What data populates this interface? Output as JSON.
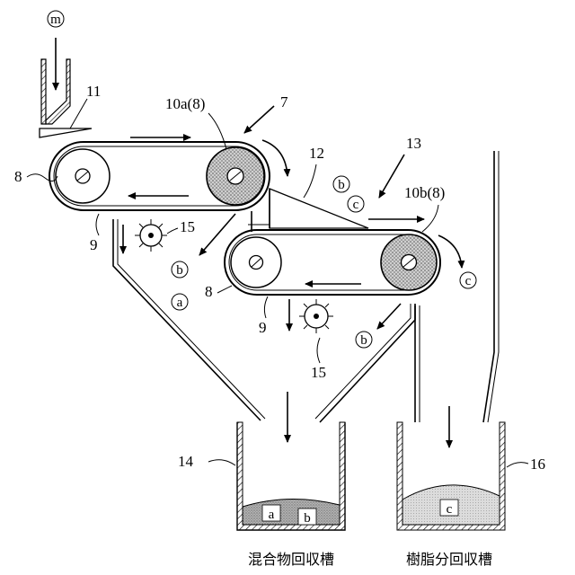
{
  "labels": {
    "m": "m",
    "n11": "11",
    "n10a": "10a(8)",
    "n7": "7",
    "n12": "12",
    "n13": "13",
    "n10b": "10b(8)",
    "n8_left": "8",
    "n8_mid": "8",
    "n9_left": "9",
    "n9_mid": "9",
    "n15_left": "15",
    "n15_mid": "15",
    "n14": "14",
    "n16": "16",
    "b1": "b",
    "c1": "c",
    "b2": "b",
    "a2": "a",
    "c2": "c",
    "b3": "b",
    "bin_a": "a",
    "bin_b": "b",
    "bin_c": "c"
  },
  "captions": {
    "mixture_bin": "混合物回収槽",
    "resin_bin": "樹脂分回収槽"
  }
}
